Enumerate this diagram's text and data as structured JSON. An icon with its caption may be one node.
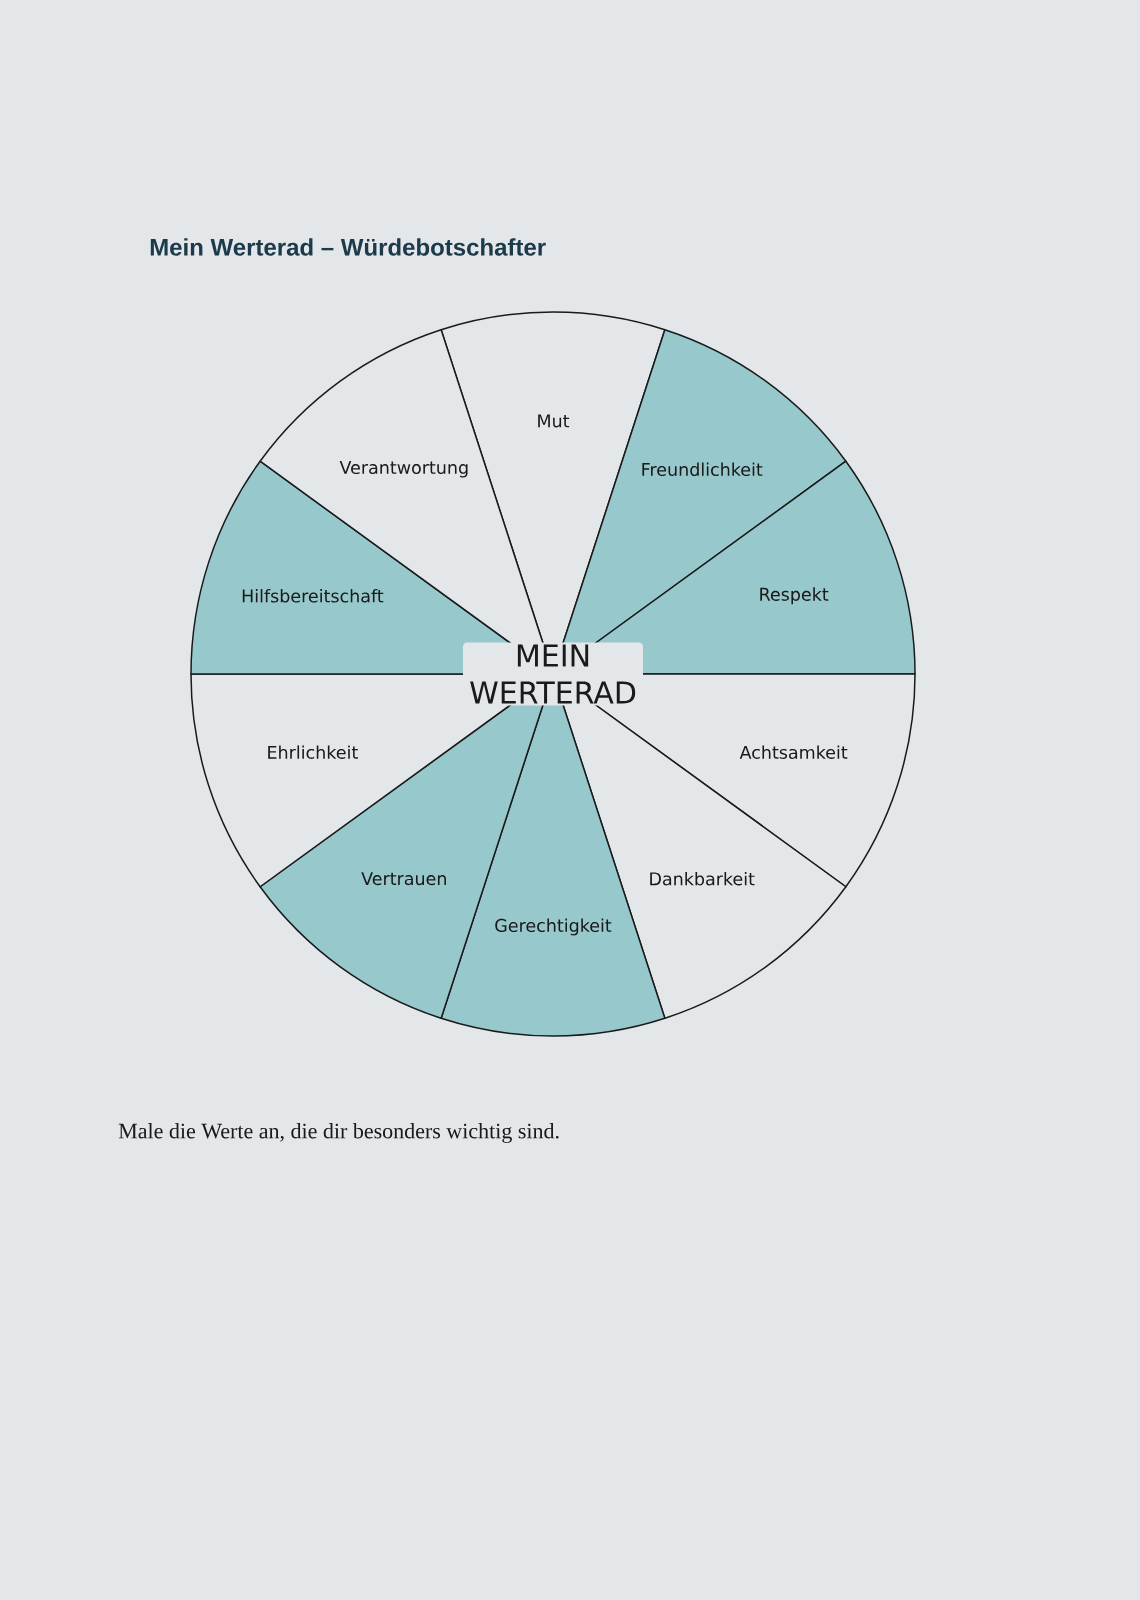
{
  "diagram": {
    "title": "Mein Werterad – Würdebotschafter",
    "caption": "Male die Werte an, die dir besonders wichtig sind.",
    "nodes": [
      {
        "text": [
          "MEIN WERTERAD"
        ]
      },
      {
        "text": [
          "Mut"
        ]
      },
      {
        "text": [
          "Freundlichkeit"
        ]
      },
      {
        "text": [
          "Respekt"
        ]
      },
      {
        "text": [
          "Achtsamkeit"
        ]
      },
      {
        "text": [
          "Dankbarkeit"
        ]
      },
      {
        "text": [
          "Gerechtigkeit"
        ]
      },
      {
        "text": [
          "Vertrauen"
        ]
      },
      {
        "text": [
          "Ehrlichkeit"
        ]
      },
      {
        "text": [
          "Hilfsbereitschaft"
        ]
      },
      {
        "text": [
          "Verantwortung"
        ]
      }
    ]
  }
}
